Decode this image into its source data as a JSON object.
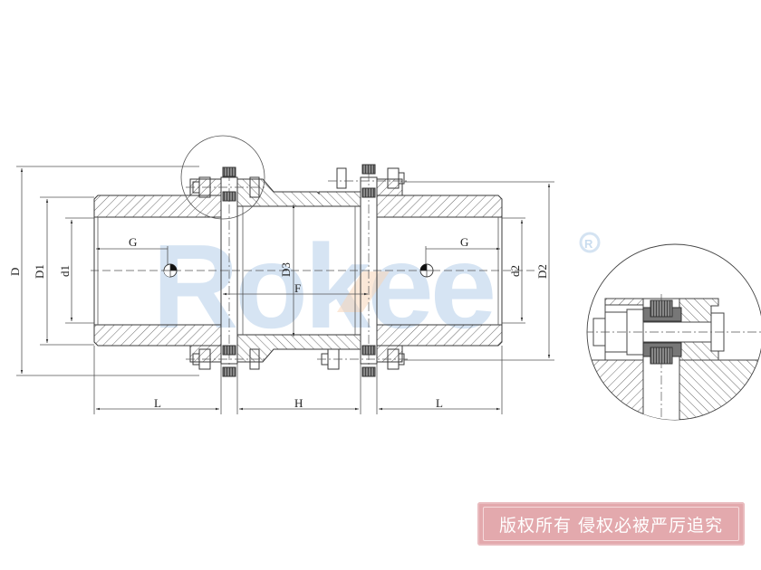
{
  "watermark": {
    "brand": "Rokee",
    "registered_mark": "®",
    "color": "#c9dcef"
  },
  "drawing": {
    "title": "Double-diaphragm coupling cross-section",
    "dimensions": {
      "overall_diameter": "D",
      "hub_outer_diameter_left": "D1",
      "bore_left": "d1",
      "spacer_diameter": "D3",
      "bore_right": "d2",
      "hub_outer_diameter_right": "D2",
      "shaft_insertion_left": "G",
      "shaft_insertion_right": "G",
      "flange_span": "F",
      "hub_length_left": "L",
      "spacer_length": "H",
      "hub_length_right": "L"
    },
    "detail_view": "Enlarged detail of bolt / diaphragm pack"
  },
  "stamp": {
    "text": "版权所有 侵权必被严厉追究",
    "background": "#e3a9ad"
  }
}
